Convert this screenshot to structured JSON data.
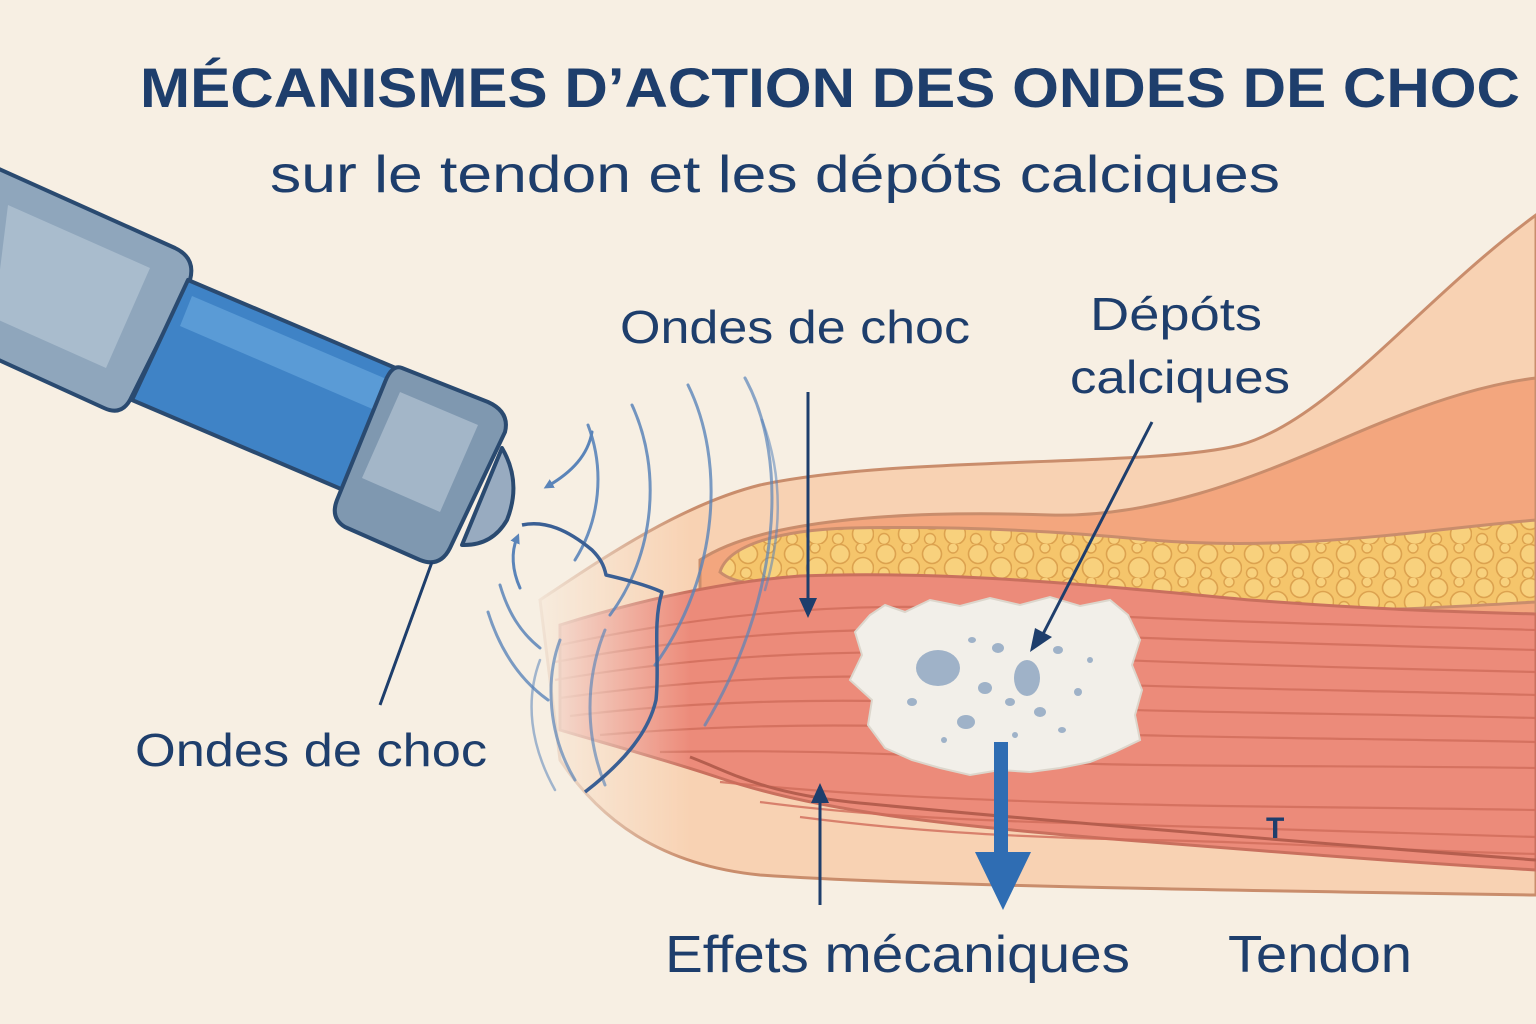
{
  "title": "MÉCANISMES D’ACTION DES ONDES DE CHOC",
  "subtitle": "sur le tendon et les dépóts calciques",
  "labels": {
    "shockwaves_top": "Ondes de choc",
    "deposits_line1": "Dépóts",
    "deposits_line2": "calciques",
    "shockwaves_left": "Ondes de choc",
    "mechanical_effects": "Effets mécaniques",
    "tendon": "Tendon",
    "tendon_mark": "T"
  },
  "colors": {
    "background": "#f7efe3",
    "ink": "#1e3e6c",
    "skin": "#f8d2b3",
    "subcutaneous": "#f3a67e",
    "fat": "#f5c56b",
    "tendon": "#ec8b7a",
    "deposit": "#f2efe9",
    "wave": "#5a84b9",
    "device_blue": "#3f83c6",
    "device_gray": "#8fa6bc",
    "arrow_blue": "#2f6db3"
  }
}
